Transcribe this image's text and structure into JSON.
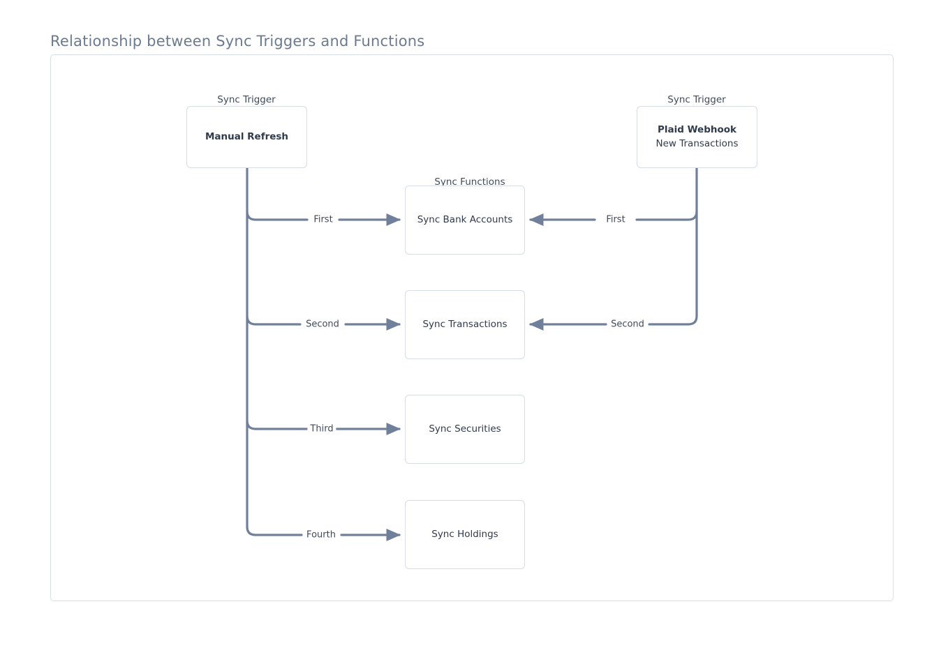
{
  "title": "Relationship between Sync Triggers and Functions",
  "captions": {
    "trigger_left": "Sync Trigger",
    "trigger_right": "Sync Trigger",
    "functions": "Sync Functions"
  },
  "triggers": [
    {
      "id": "manual-refresh",
      "caption": "Sync Trigger",
      "title": "Manual Refresh",
      "subtitle": ""
    },
    {
      "id": "plaid-webhook",
      "caption": "Sync Trigger",
      "title": "Plaid Webhook",
      "subtitle": "New Transactions"
    }
  ],
  "functions": [
    {
      "id": "sync-bank-accounts",
      "title": "Sync Bank Accounts"
    },
    {
      "id": "sync-transactions",
      "title": "Sync Transactions"
    },
    {
      "id": "sync-securities",
      "title": "Sync Securities"
    },
    {
      "id": "sync-holdings",
      "title": "Sync Holdings"
    }
  ],
  "edges": {
    "left": [
      {
        "label": "First",
        "from": "manual-refresh",
        "to": "sync-bank-accounts"
      },
      {
        "label": "Second",
        "from": "manual-refresh",
        "to": "sync-transactions"
      },
      {
        "label": "Third",
        "from": "manual-refresh",
        "to": "sync-securities"
      },
      {
        "label": "Fourth",
        "from": "manual-refresh",
        "to": "sync-holdings"
      }
    ],
    "right": [
      {
        "label": "First",
        "from": "plaid-webhook",
        "to": "sync-bank-accounts"
      },
      {
        "label": "Second",
        "from": "plaid-webhook",
        "to": "sync-transactions"
      }
    ]
  },
  "colors": {
    "edge": "#70809a",
    "node_border": "#d7dce5",
    "frame_border": "#d9dfe8",
    "title_text": "#6b7b8f",
    "node_text": "#2f3a4b",
    "caption_text": "#3f4a5a",
    "background": "#ffffff"
  }
}
